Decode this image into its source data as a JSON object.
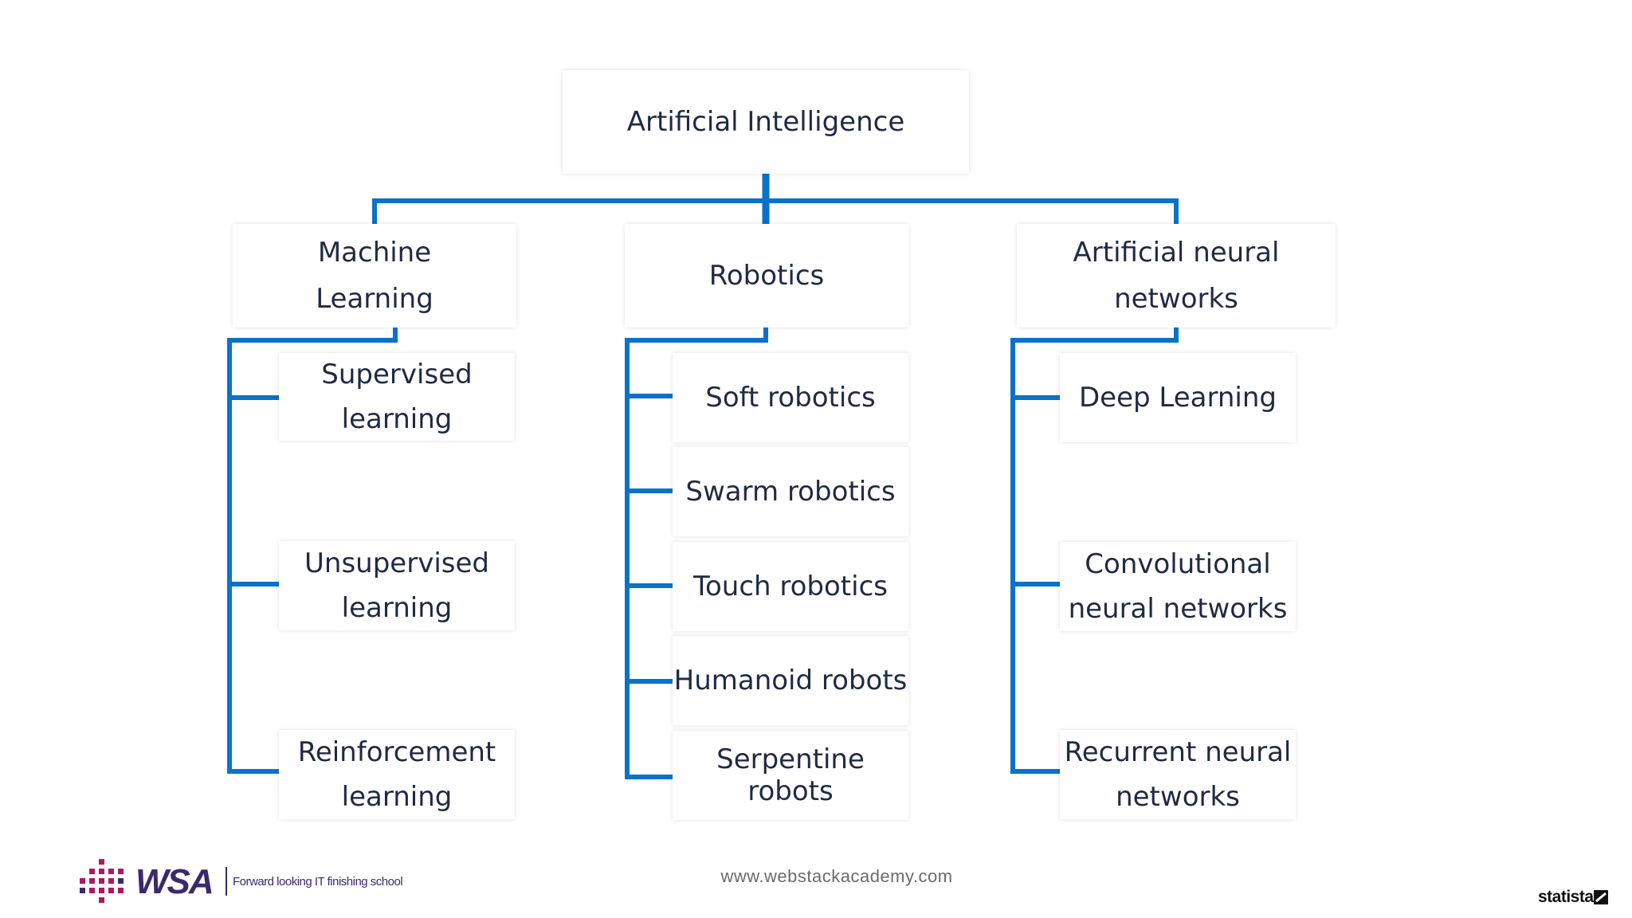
{
  "diagram": {
    "root": "Artificial Intelligence",
    "branches": [
      {
        "label_lines": [
          "Machine",
          "Learning"
        ],
        "children": [
          [
            "Supervised",
            "learning"
          ],
          [
            "Unsupervised",
            "learning"
          ],
          [
            "Reinforcement",
            "learning"
          ]
        ]
      },
      {
        "label_lines": [
          "Robotics"
        ],
        "children": [
          [
            "Soft robotics"
          ],
          [
            "Swarm robotics"
          ],
          [
            "Touch robotics"
          ],
          [
            "Humanoid robots"
          ],
          [
            "Serpentine robots"
          ]
        ]
      },
      {
        "label_lines": [
          "Artificial neural",
          "networks"
        ],
        "children": [
          [
            "Deep Learning"
          ],
          [
            "Convolutional",
            "neural networks"
          ],
          [
            "Recurrent neural",
            "networks"
          ]
        ]
      }
    ]
  },
  "colors": {
    "connector": "#0a72c9",
    "node_text": "#1f2a44",
    "logo_purple": "#3a2a6c",
    "logo_magenta": "#b0185f"
  },
  "footer": {
    "url": "www.webstackacademy.com",
    "logo_text": "WSA",
    "tagline": "Forward looking IT finishing school",
    "source": "statista"
  }
}
